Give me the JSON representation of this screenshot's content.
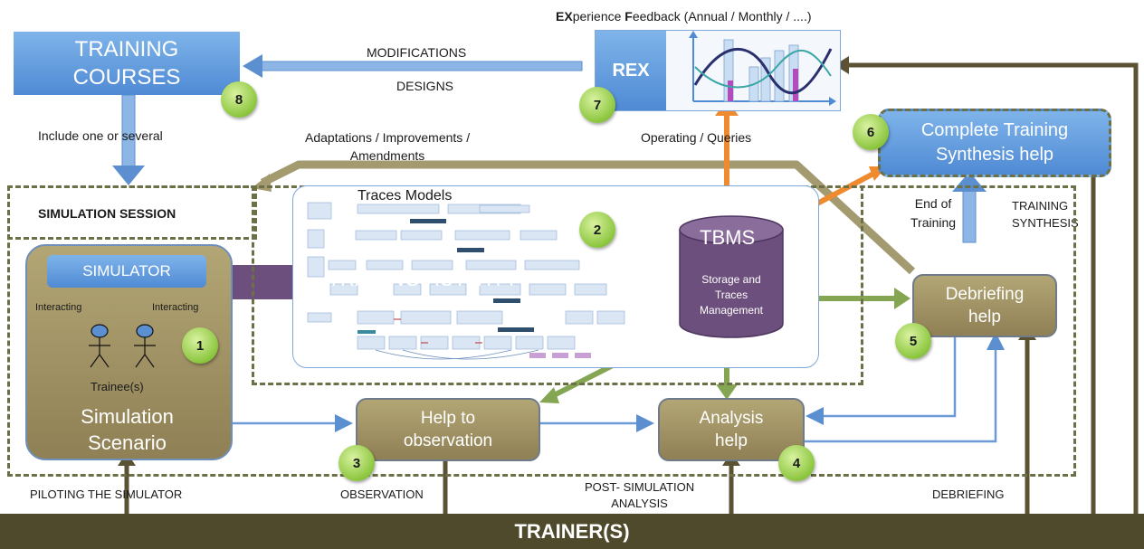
{
  "title": {
    "bold1": "EX",
    "rest1": "perience ",
    "bold2": "F",
    "rest2": "eedback (Annual / Monthly / ....)"
  },
  "boxes": {
    "training_courses": [
      "TRAINING",
      "COURSES"
    ],
    "rex": "REX",
    "complete_synthesis": [
      "Complete Training",
      "Synthesis help"
    ],
    "simulator": "SIMULATOR",
    "simulation_scenario": [
      "Simulation",
      "Scenario"
    ],
    "help_observation": [
      "Help to",
      "observation"
    ],
    "analysis_help": [
      "Analysis",
      "help"
    ],
    "debriefing_help": [
      "Debriefing",
      "help"
    ],
    "tbms_title": "TBMS",
    "tbms_sub": [
      "Storage and",
      "Traces",
      "Management"
    ],
    "trainer": "TRAINER(S)",
    "simulation_session": "SIMULATION SESSION",
    "tracing_activity": "TRACING ACTIVITY",
    "traces_models": "Traces Models"
  },
  "labels": {
    "modifications": "MODIFICATIONS",
    "designs": "DESIGNS",
    "include": "Include one or several",
    "adaptations": [
      "Adaptations / Improvements /",
      "Amendments"
    ],
    "operating": "Operating / Queries",
    "end_training": [
      "End of",
      "Training"
    ],
    "training_synthesis": [
      "TRAINING",
      "SYNTHESIS"
    ],
    "interacting_left": "Interacting",
    "interacting_right": "Interacting",
    "trainees": "Trainee(s)",
    "piloting": "PILOTING THE SIMULATOR",
    "observation": "OBSERVATION",
    "post_sim": [
      "POST- SIMULATION",
      "ANALYSIS"
    ],
    "debriefing": "DEBRIEFING"
  },
  "numbers": [
    "1",
    "2",
    "3",
    "4",
    "5",
    "6",
    "7",
    "8"
  ],
  "colors": {
    "olive": "#a1935f",
    "olive_dark": "#4f4a2c",
    "blue": "#5b9be0",
    "purple": "#6c4f7c",
    "orange": "#ef8a2e",
    "green": "#84a551",
    "dash": "#6b7046"
  }
}
